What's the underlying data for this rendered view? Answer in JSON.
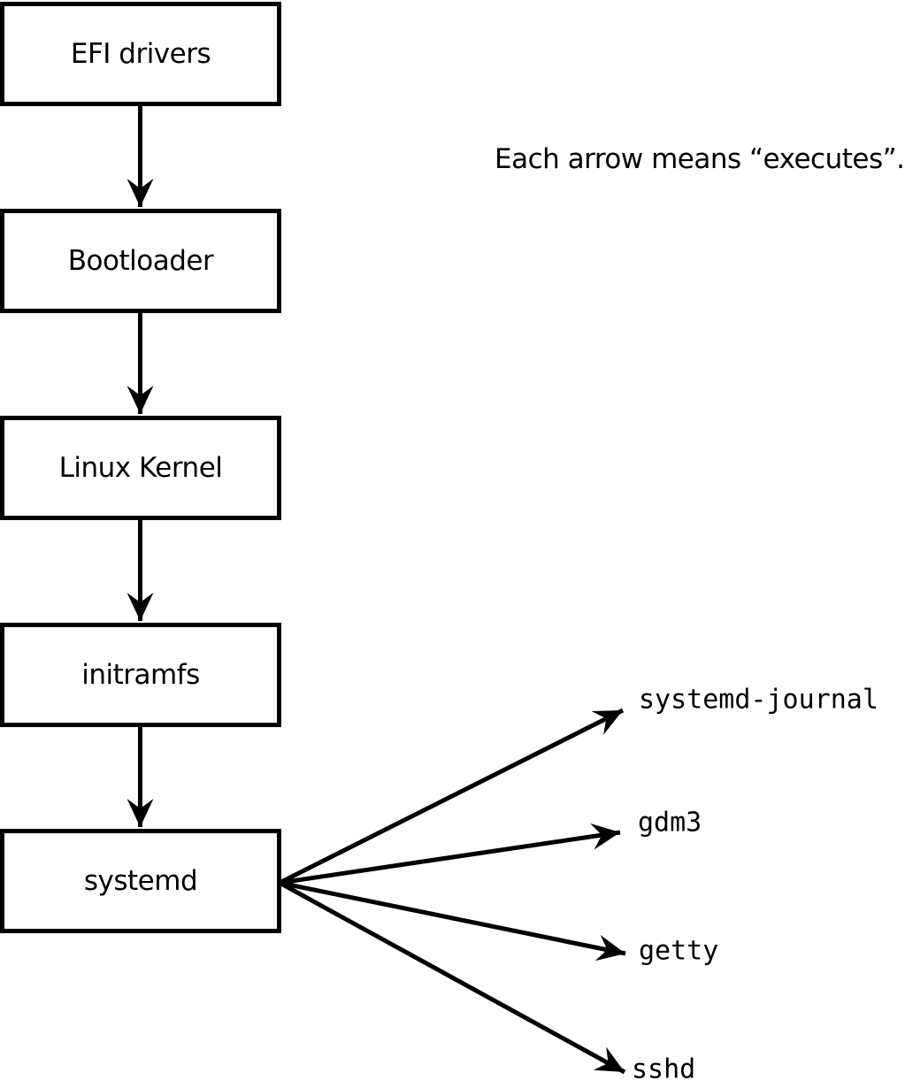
{
  "diagram": {
    "background_color": "#ffffff",
    "line_color": "#000000",
    "annotation": "Each arrow means “executes”.",
    "boot_chain": [
      {
        "label": "EFI drivers"
      },
      {
        "label": "Bootloader"
      },
      {
        "label": "Linux Kernel"
      },
      {
        "label": "initramfs"
      },
      {
        "label": "systemd"
      }
    ],
    "spawned_processes": [
      {
        "label": "systemd-journal"
      },
      {
        "label": "gdm3"
      },
      {
        "label": "getty"
      },
      {
        "label": "sshd"
      }
    ]
  }
}
